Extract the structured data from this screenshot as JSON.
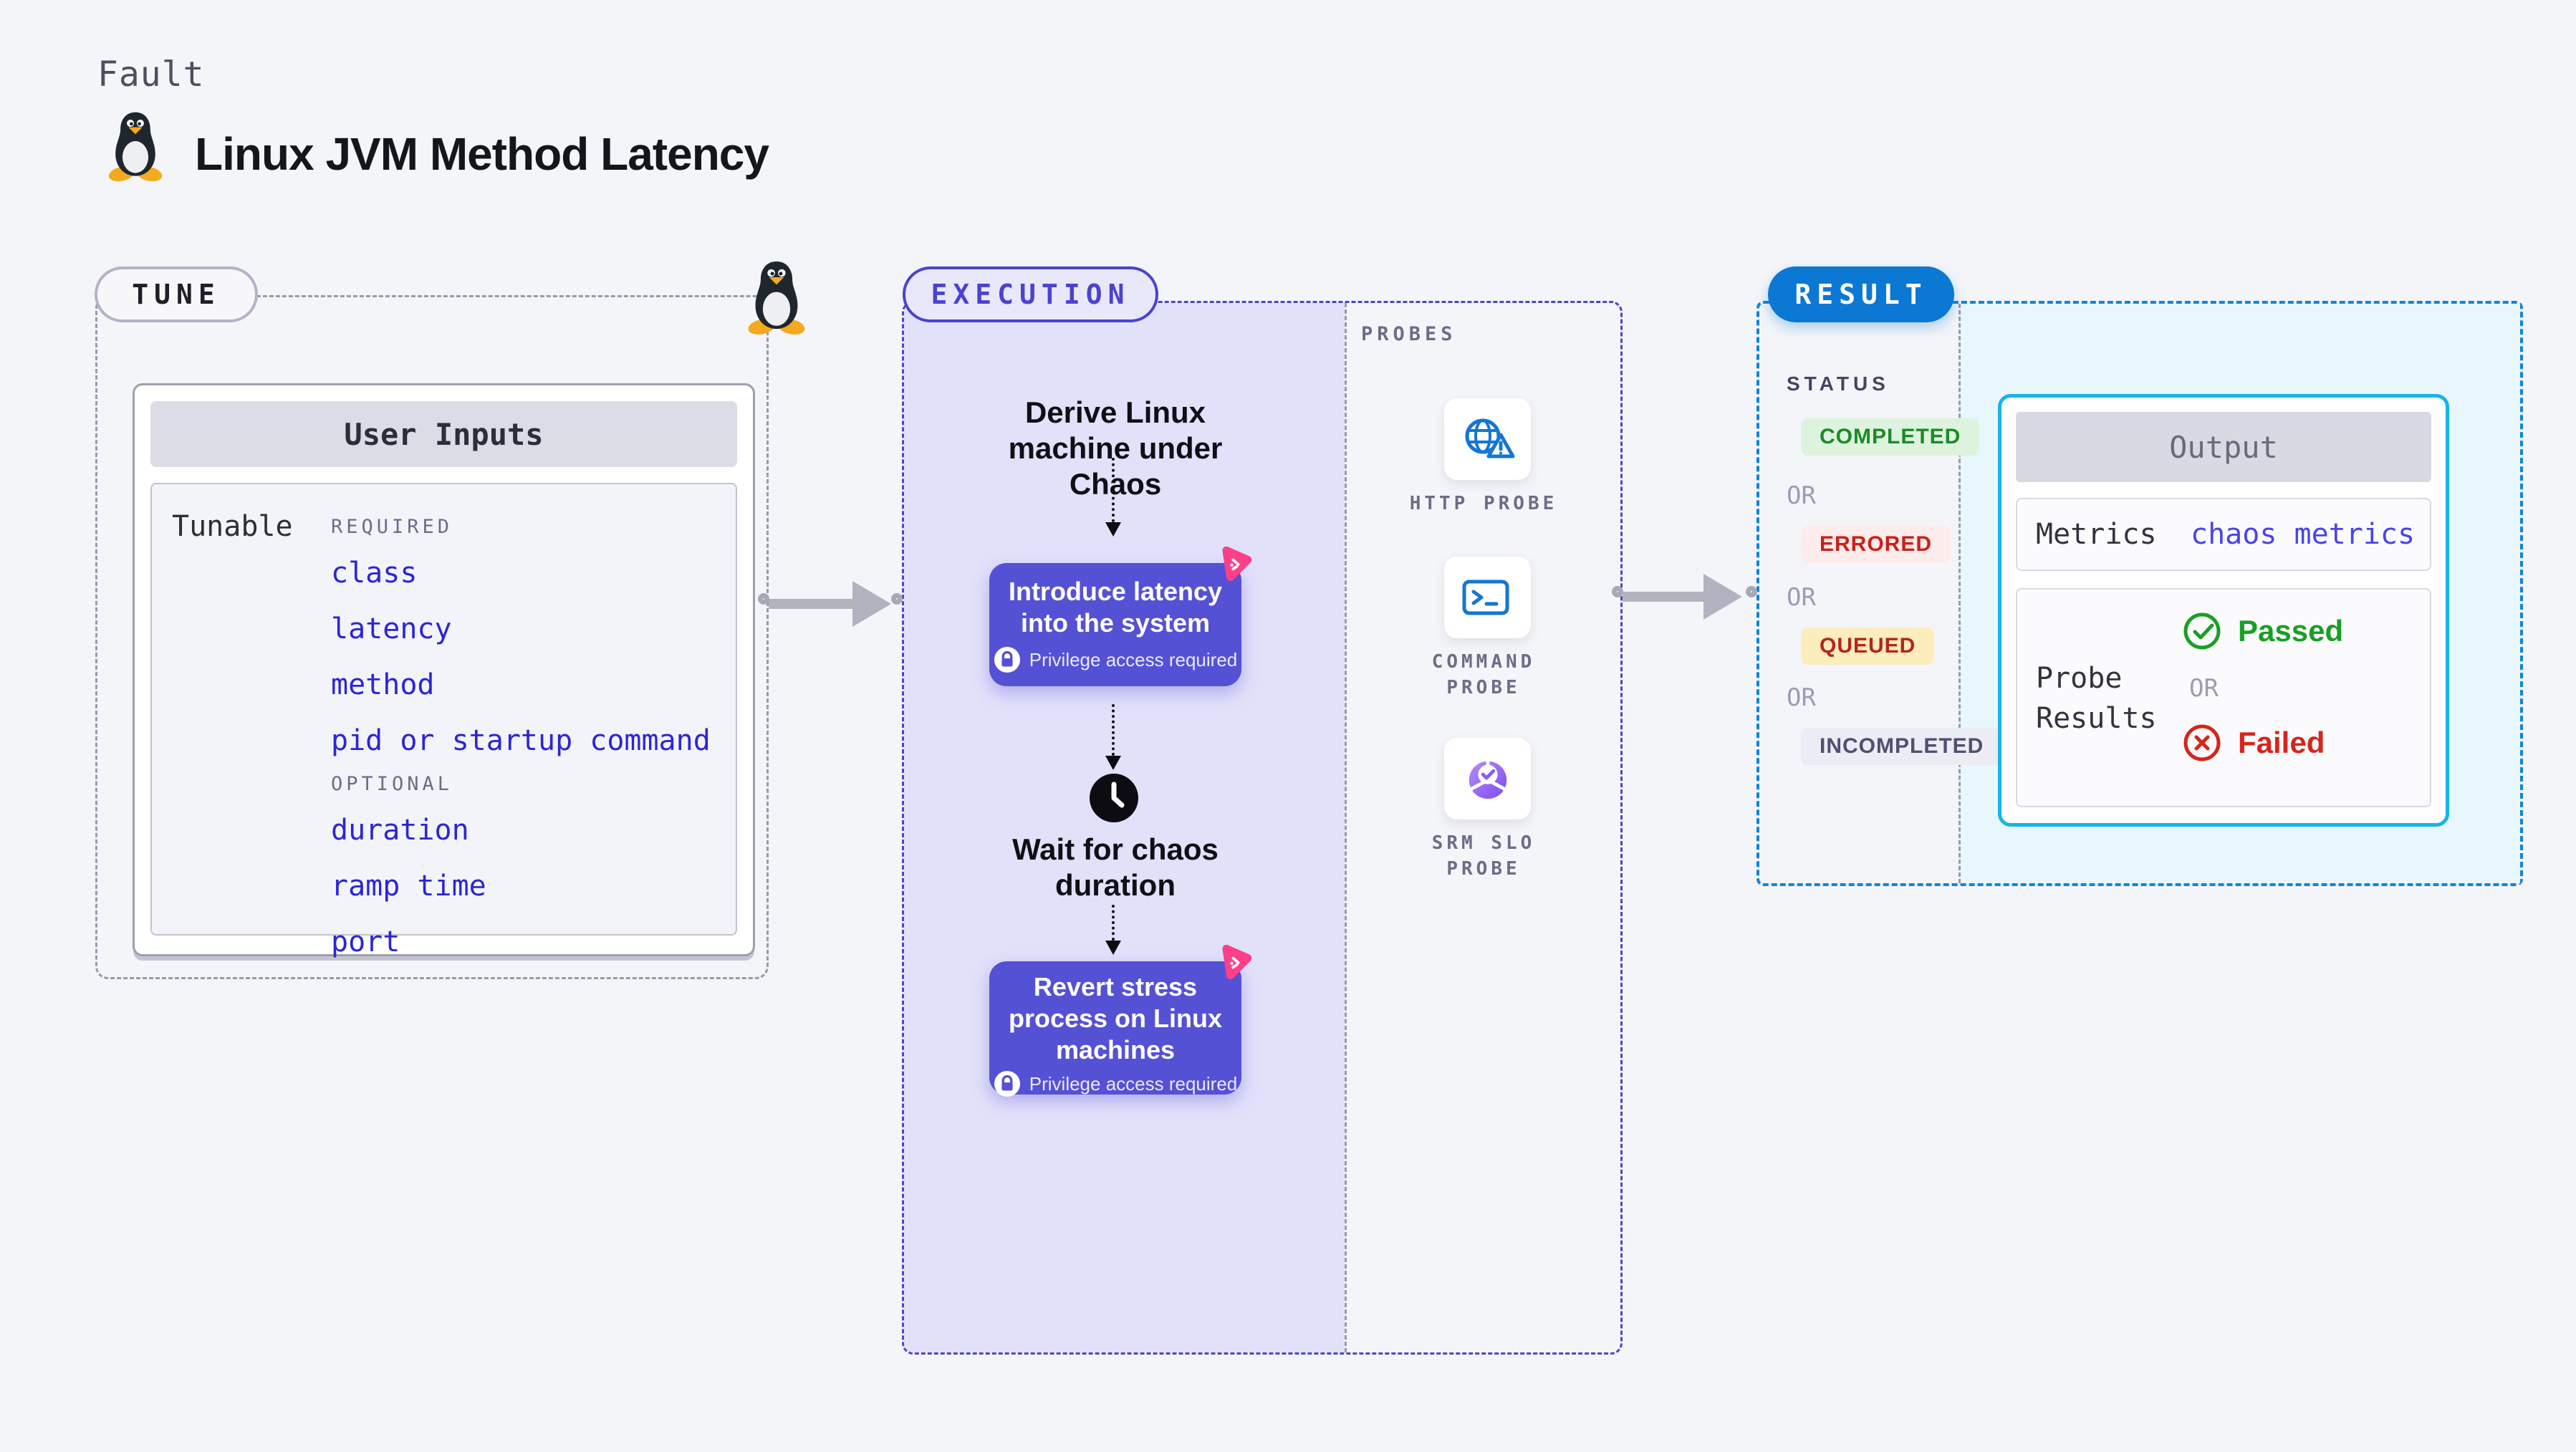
{
  "header": {
    "eyebrow": "Fault",
    "title": "Linux JVM Method Latency",
    "icon": "linux-penguin-icon"
  },
  "tune": {
    "badge": "TUNE",
    "card_title": "User Inputs",
    "row_label": "Tunable",
    "required_label": "REQUIRED",
    "required_items": [
      "class",
      "latency",
      "method",
      "pid or startup command"
    ],
    "optional_label": "OPTIONAL",
    "optional_items": [
      "duration",
      "ramp time",
      "port"
    ]
  },
  "execution": {
    "badge": "EXECUTION",
    "step1_title": "Derive Linux machine under Chaos",
    "action1_title": "Introduce latency into the system",
    "action1_note": "Privilege access required",
    "wait_title": "Wait for chaos duration",
    "action2_title": "Revert stress process on Linux machines",
    "action2_note": "Privilege access required"
  },
  "probes": {
    "label": "PROBES",
    "items": [
      {
        "name": "HTTP PROBE",
        "icon": "globe-alert-icon"
      },
      {
        "name": "COMMAND PROBE",
        "icon": "terminal-icon"
      },
      {
        "name": "SRM SLO PROBE",
        "icon": "slo-donut-check-icon"
      }
    ]
  },
  "result": {
    "badge": "RESULT",
    "status_label": "STATUS",
    "or_label": "OR",
    "statuses": [
      {
        "label": "COMPLETED",
        "fg": "#1d8a28",
        "bg": "#ddf3de"
      },
      {
        "label": "ERRORED",
        "fg": "#cb2016",
        "bg": "#fdecec"
      },
      {
        "label": "QUEUED",
        "fg": "#b3261c",
        "bg": "#fcedbc"
      },
      {
        "label": "INCOMPLETED",
        "fg": "#4f5071",
        "bg": "#ebecf4"
      }
    ],
    "output": {
      "title": "Output",
      "metrics_label": "Metrics",
      "metrics_value": "chaos metrics",
      "probe_results_label": "Probe Results",
      "passed_label": "Passed",
      "or_label": "OR",
      "failed_label": "Failed"
    }
  },
  "colors": {
    "page_bg": "#f4f5f9",
    "accent_indigo": "#4a43cf",
    "button_indigo": "#5551d5",
    "lavender_fill": "#e2e1fa",
    "link_blue": "#2b25d8",
    "result_blue": "#0b78d4",
    "light_blue_fill": "#e8f6fd",
    "cyan_border": "#14b5ea",
    "pink_logo": "#fb3f88",
    "probe_blue": "#1476d2",
    "passed_green": "#18a024",
    "failed_red": "#d6251b",
    "gray_dash": "#999aab"
  }
}
